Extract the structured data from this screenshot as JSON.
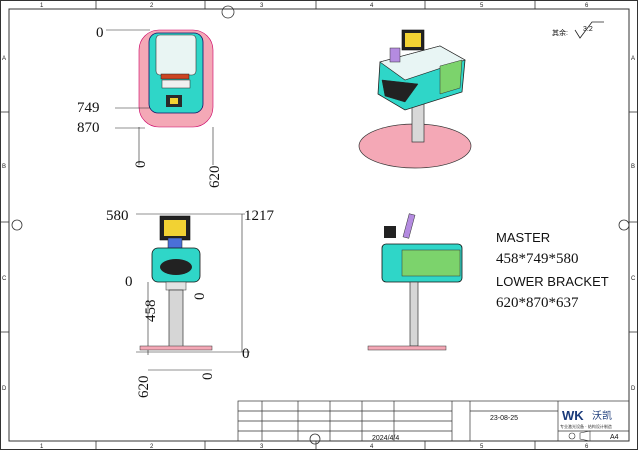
{
  "border": {
    "top_columns": [
      "1",
      "2",
      "3",
      "4",
      "5",
      "6"
    ],
    "bottom_columns": [
      "1",
      "2",
      "3",
      "4",
      "5",
      "6"
    ],
    "rows": [
      "A",
      "B",
      "C",
      "D"
    ]
  },
  "roughness": {
    "label": "其余:",
    "value": "3.2"
  },
  "top_view": {
    "dims": {
      "top": "0",
      "mid": "749",
      "bottom": "870",
      "x0": "0",
      "x1": "620"
    }
  },
  "front_view": {
    "dims": {
      "left_top": "580",
      "right_top": "1217",
      "zero_left": "0",
      "zero_mid": "0",
      "height": "458",
      "zero_right": "0",
      "width": "620",
      "width_zero": "0"
    }
  },
  "notes": {
    "master_title": "MASTER",
    "master_dims": "458*749*580",
    "bracket_title": "LOWER BRACKET",
    "bracket_dims": "620*870*637"
  },
  "title_block": {
    "date_top": "23-08-25",
    "date_bottom": "2024/4/4",
    "logo_letters": "WK",
    "logo_cn": "沃凯",
    "logo_sub": "专业激光设备 · 结构设计制造",
    "paper": "A4"
  },
  "colors": {
    "cyan": "#2fd6c8",
    "pink": "#f4a8b6",
    "dark": "#2a2a2a",
    "green": "#7cd36c",
    "yellow": "#f2d233",
    "blue": "#4a6fd8",
    "purple": "#b48be0"
  }
}
